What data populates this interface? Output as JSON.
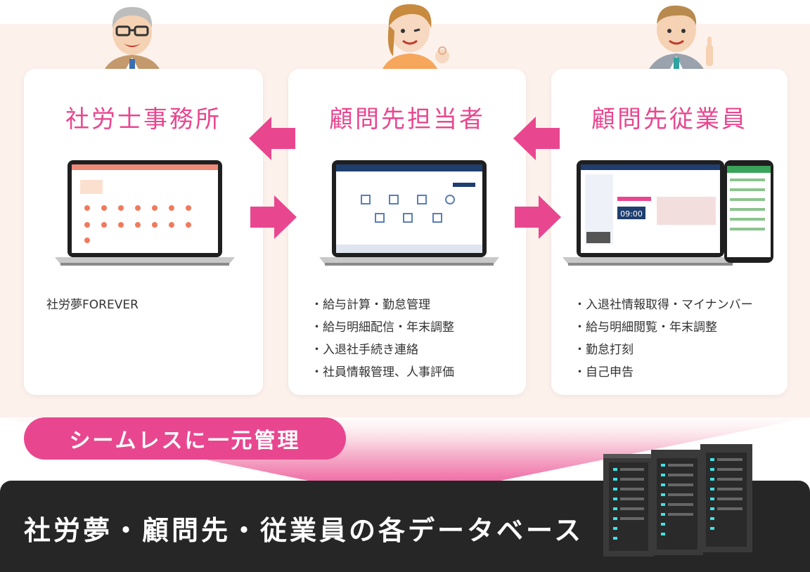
{
  "cards": [
    {
      "title": "社労士事務所",
      "items": [
        "社労夢FOREVER"
      ],
      "bullets": false
    },
    {
      "title": "顧問先担当者",
      "items": [
        "給与計算・勤怠管理",
        "給与明細配信・年末調整",
        "入退社手続き連絡",
        "社員情報管理、人事評価"
      ],
      "bullets": true
    },
    {
      "title": "顧問先従業員",
      "items": [
        "入退社情報取得・マイナンバー",
        "給与明細閲覧・年末調整",
        "勤怠打刻",
        "自己申告"
      ],
      "bullets": true
    }
  ],
  "pill_label": "シームレスに一元管理",
  "database_label": "社労夢・顧問先・従業員の各データベース",
  "laptop_screen": {
    "time": "09:00"
  },
  "colors": {
    "accent": "#e8478f",
    "background_band": "#fdf1ec",
    "database_bar": "#262626"
  },
  "icons": [
    "elderly-man-avatar",
    "woman-ok-avatar",
    "man-pointing-avatar",
    "laptop-screen",
    "smartphone-screen",
    "server-rack-icon",
    "arrow-left-icon",
    "arrow-right-icon"
  ]
}
